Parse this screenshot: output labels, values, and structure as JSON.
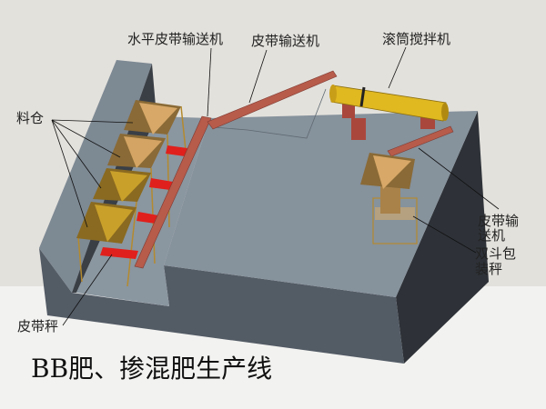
{
  "title": "BB肥、掺混肥生产线",
  "labels": {
    "horizontal_belt_conveyor": "水平皮带输送机",
    "belt_conveyor_top": "皮带输送机",
    "drum_mixer": "滚筒搅拌机",
    "silo": "料仓",
    "belt_conveyor_right_line1": "皮带输",
    "belt_conveyor_right_line2": "送机",
    "double_bucket_scale_line1": "双斗包",
    "double_bucket_scale_line2": "装秤",
    "belt_scale": "皮带秤"
  },
  "colors": {
    "background_top": "#e3e1dc",
    "background_bottom": "#f2f2f0",
    "platform_top": "#86929c",
    "platform_front": "#535b65",
    "platform_side": "#2e3238",
    "conveyor": "#b75b4b",
    "drum": "#e0b820",
    "hopper": "#c79a55",
    "belt_scale": "#e0201c"
  }
}
